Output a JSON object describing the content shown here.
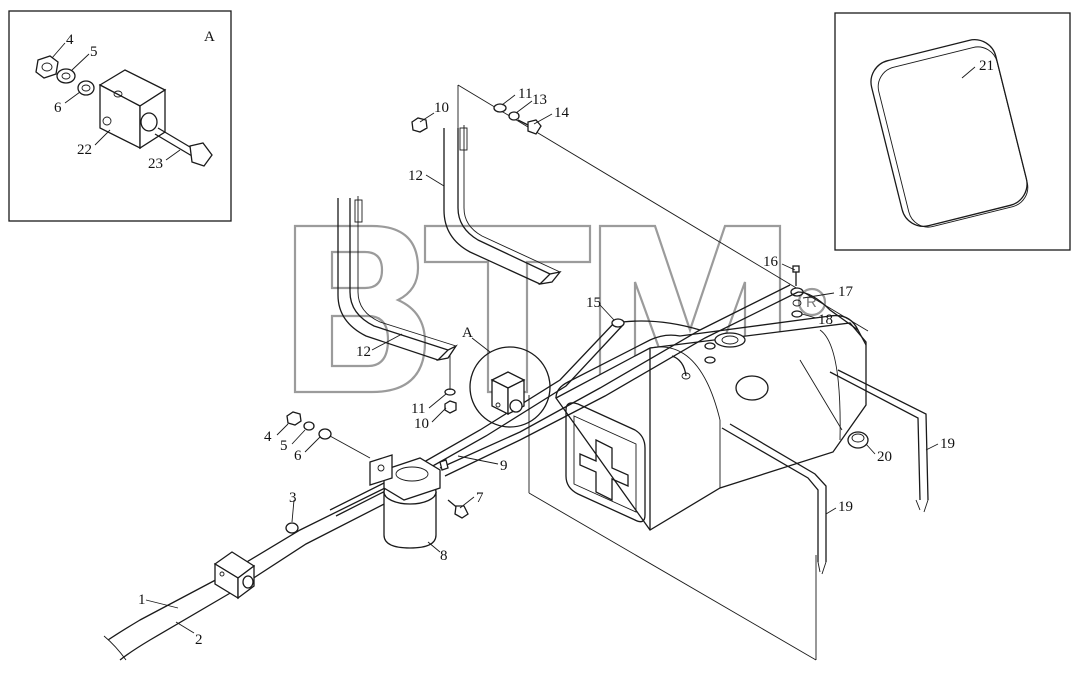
{
  "watermark": {
    "text": "BTM",
    "registered_mark": "R"
  },
  "inset_a": {
    "title": "A",
    "callouts": [
      "4",
      "5",
      "6",
      "22",
      "23"
    ]
  },
  "inset_seal": {
    "callouts": [
      "21"
    ]
  },
  "view_marker": "A",
  "callouts": {
    "c1": "1",
    "c2": "2",
    "c3": "3",
    "c4": "4",
    "c5": "5",
    "c6": "6",
    "c7": "7",
    "c8": "8",
    "c9": "9",
    "c10a": "10",
    "c10b": "10",
    "c11a": "11",
    "c11b": "11",
    "c12a": "12",
    "c12b": "12",
    "c13": "13",
    "c14": "14",
    "c15": "15",
    "c16": "16",
    "c17": "17",
    "c18": "18",
    "c19a": "19",
    "c19b": "19",
    "c20": "20",
    "c4i": "4",
    "c5i": "5",
    "c6i": "6",
    "c22": "22",
    "c23": "23",
    "c21": "21"
  }
}
